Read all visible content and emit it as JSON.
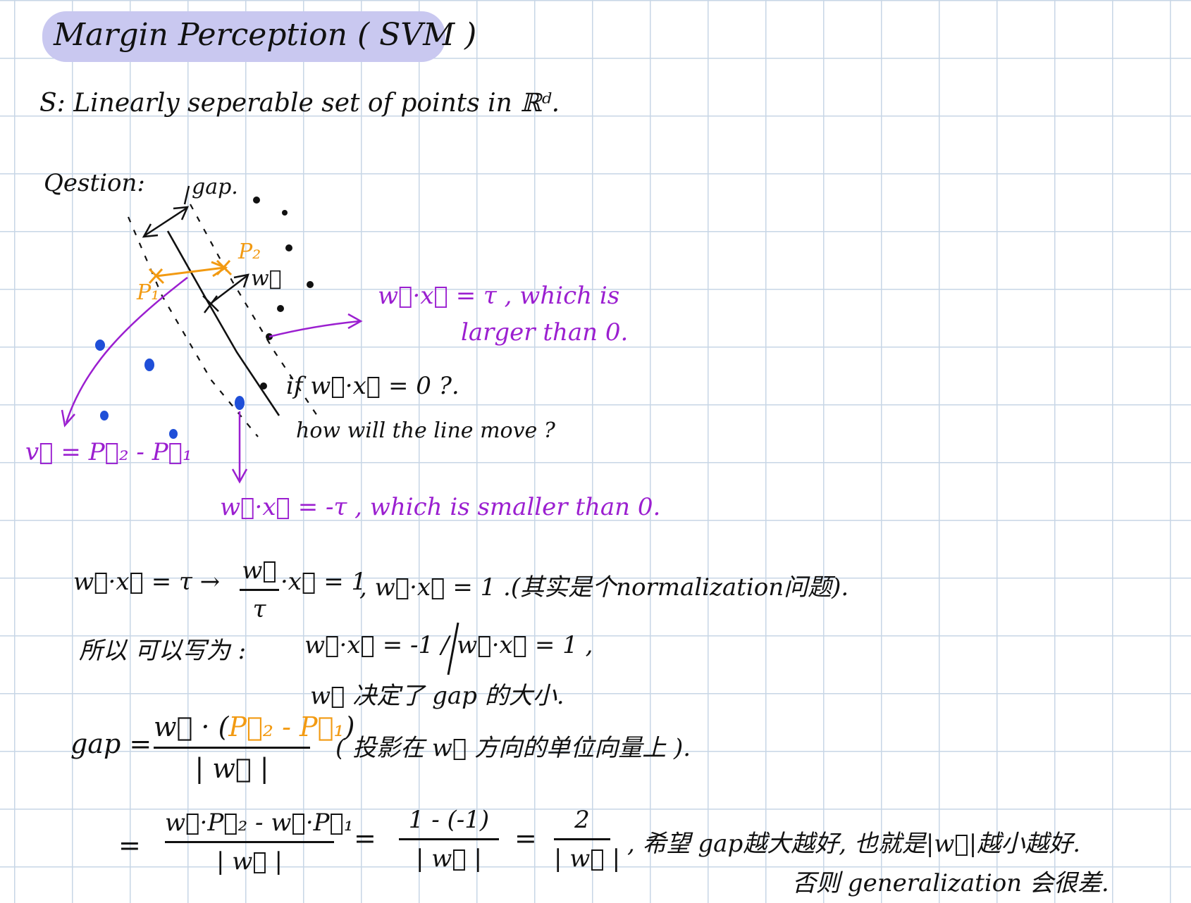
{
  "title": "Margin Perception ( SVM )",
  "set_line": "S: Linearly seperable set of points in ℝᵈ.",
  "question_label": "Qestion:",
  "diagram": {
    "gap_label": "gap.",
    "p1": "P₁",
    "p2": "P₂",
    "w_label": "w⃗",
    "positive_note_1": "w⃗·x⃗ = τ , which is",
    "positive_note_2": "larger than 0.",
    "if_line": "if w⃗·x⃗ = 0 ?.",
    "how_line": "how will the line move ?",
    "v_def": "v⃗ = P⃗₂ - P⃗₁",
    "negative_note": "w⃗·x⃗ = -τ , which is smaller than 0."
  },
  "notes": {
    "norm_lhs": "w⃗·x⃗ = τ  →",
    "norm_frac_num": "w⃗",
    "norm_frac_den": "τ",
    "norm_frac_rhs": "·x⃗ = 1",
    "norm_tail": ", w⃗·x⃗ = 1 .(其实是个normalization问题).",
    "so_label": "所以 可以写为 :",
    "so_eq": "w⃗·x⃗ = -1  /  w⃗·x⃗ = 1 ,",
    "decides": "w⃗ 决定了 gap 的大小.",
    "gap_label": "gap =",
    "gap_num_w": "w⃗ · (",
    "gap_num_p": "P⃗₂ - P⃗₁",
    "gap_num_close": ")",
    "gap_den": "| w⃗ |",
    "gap_note": "( 投影在 w⃗ 方向的单位向量上 ).",
    "eq_sign": "=",
    "eq_num1": "w⃗·P⃗₂ - w⃗·P⃗₁",
    "eq_den1": "| w⃗ |",
    "eq_num2": "1 - (-1)",
    "eq_den2": "| w⃗ |",
    "eq_num3": "2",
    "eq_den3": "| w⃗ |",
    "conclusion_1": ", 希望 gap越大越好, 也就是|w⃗|越小越好.",
    "conclusion_2": "否则 generalization 会很差."
  },
  "colors": {
    "ink": "#111111",
    "purple": "#9b1fd0",
    "orange": "#f29a12",
    "blue_points": "#1f4fd8",
    "highlight": "#c9c8f0",
    "grid": "#c7d6e6"
  }
}
